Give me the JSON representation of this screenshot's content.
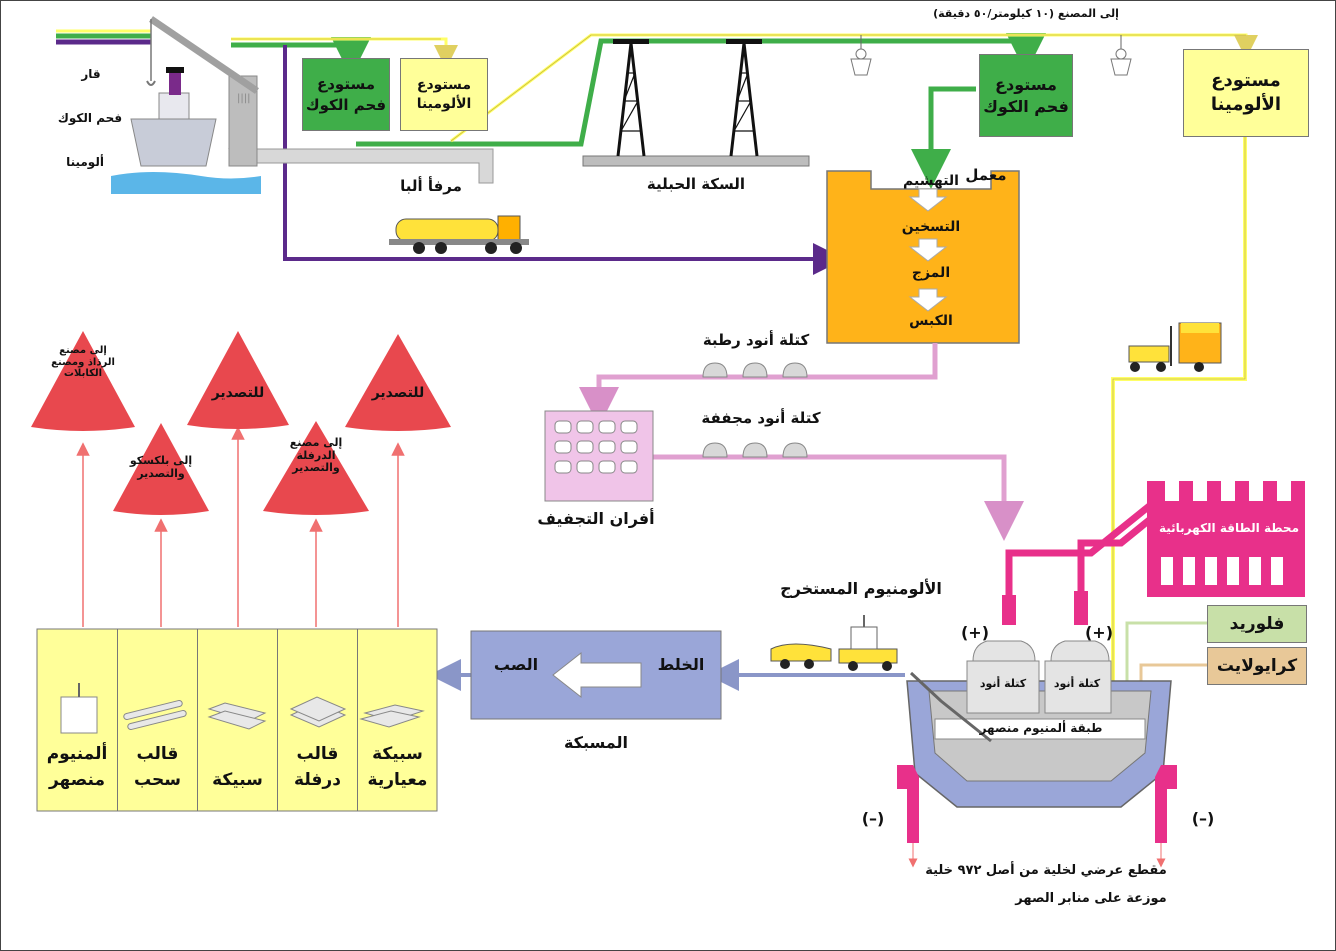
{
  "colors": {
    "accent_green": "#3fae49",
    "accent_yellow": "#ffff99",
    "carbon_plant_orange": "#ffb319",
    "purple_line": "#5b2a8a",
    "pink_line": "#e0a0d0",
    "power_magenta": "#e8308a",
    "export_red": "#e8484e",
    "casting_blue": "#9aa6d8"
  },
  "top_note": "إلى المصنع (١٠ كيلومتر/٥٠ دقيقة)",
  "ship": {
    "labels": [
      "قار",
      "فحم الكوك",
      "ألومينا"
    ]
  },
  "port_label": "مرفأ ألبا",
  "cableway_label": "السكة الحبلية",
  "warehouses": {
    "coke_port": "مستودع فحم الكوك",
    "alumina_port": "مستودع الألومينا",
    "coke_plant": "مستودع فحم الكوك",
    "alumina_plant": "مستودع الألومينا"
  },
  "carbon_plant": {
    "title": "معمل",
    "steps": [
      "التهشيم",
      "التسخين",
      "المزج",
      "الكبس"
    ]
  },
  "anodes": {
    "wet": "كتلة أنود رطبة",
    "dry": "كتلة أنود مجففة",
    "ovens": "أفران التجفيف"
  },
  "power_station": "محطة الطاقة الكهربائية",
  "additives": {
    "fluoride": "فلوريد",
    "cryolite": "كرايولايت"
  },
  "cell": {
    "plus": "(+)",
    "minus": "(–)",
    "anode": "كتلة أنود",
    "molten_layer": "طبقة ألمنيوم منصهر",
    "caption_line1": "مقطع عرضي لخلية من أصل ٩٧٢ خلية",
    "caption_line2": "موزعة على منابر الصهر"
  },
  "extracted_label": "الألومنيوم المستخرج",
  "casthouse": {
    "mixing": "الخلط",
    "pouring": "الصب",
    "name": "المسبكة"
  },
  "products": [
    "سبيكة معيارية",
    "قالب درفلة",
    "سبيكة",
    "قالب سحب",
    "ألمنيوم منصهر"
  ],
  "destinations": [
    "للتصدير",
    "إلى مصنع الدرفلة والتصدير",
    "للتصدير",
    "إلى بلكسكو والتصدير",
    "إلى مصنع الرذاذ ومصنع الكابلات"
  ]
}
